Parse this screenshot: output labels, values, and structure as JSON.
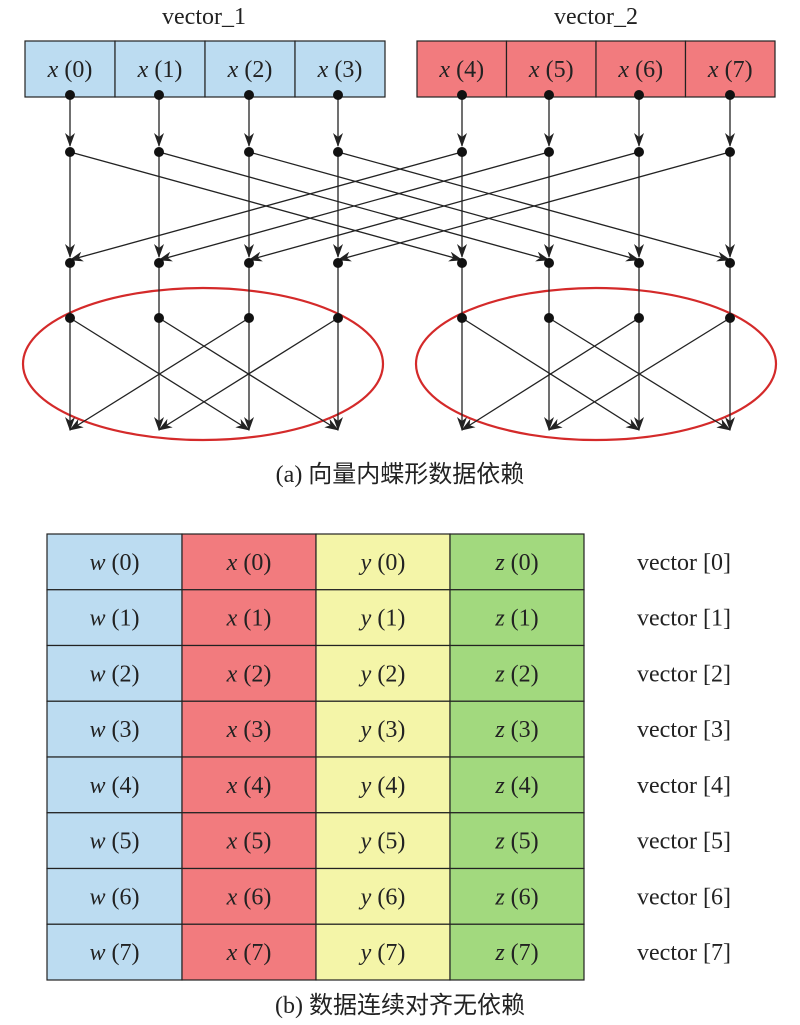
{
  "colors": {
    "blue": "#bcdcf1",
    "red": "#f27b7e",
    "yellow": "#f4f5a8",
    "green": "#a2d97e",
    "ellipse": "#d42a2a",
    "line": "#222222"
  },
  "part_a": {
    "vector1_label": "vector_1",
    "vector2_label": "vector_2",
    "vector1_cells": [
      {
        "var": "x",
        "idx": " (0)"
      },
      {
        "var": "x",
        "idx": " (1)"
      },
      {
        "var": "x",
        "idx": " (2)"
      },
      {
        "var": "x",
        "idx": " (3)"
      }
    ],
    "vector2_cells": [
      {
        "var": "x",
        "idx": " (4)"
      },
      {
        "var": "x",
        "idx": " (5)"
      },
      {
        "var": "x",
        "idx": " (6)"
      },
      {
        "var": "x",
        "idx": " (7)"
      }
    ],
    "stage1_edges": [
      [
        0,
        4
      ],
      [
        1,
        5
      ],
      [
        2,
        6
      ],
      [
        3,
        7
      ],
      [
        4,
        0
      ],
      [
        5,
        1
      ],
      [
        6,
        2
      ],
      [
        7,
        3
      ]
    ],
    "stage2_edges_group1": [
      [
        0,
        2
      ],
      [
        1,
        3
      ],
      [
        2,
        0
      ],
      [
        3,
        1
      ]
    ],
    "stage2_edges_group2": [
      [
        4,
        6
      ],
      [
        5,
        7
      ],
      [
        6,
        4
      ],
      [
        7,
        5
      ]
    ],
    "caption": "(a) 向量内蝶形数据依赖"
  },
  "part_b": {
    "rows": [
      {
        "w": "w",
        "wi": " (0)",
        "x": "x",
        "xi": " (0)",
        "y": "y",
        "yi": " (0)",
        "z": "z",
        "zi": " (0)",
        "label": "vector [0]"
      },
      {
        "w": "w",
        "wi": " (1)",
        "x": "x",
        "xi": " (1)",
        "y": "y",
        "yi": " (1)",
        "z": "z",
        "zi": " (1)",
        "label": "vector [1]"
      },
      {
        "w": "w",
        "wi": " (2)",
        "x": "x",
        "xi": " (2)",
        "y": "y",
        "yi": " (2)",
        "z": "z",
        "zi": " (2)",
        "label": "vector [2]"
      },
      {
        "w": "w",
        "wi": " (3)",
        "x": "x",
        "xi": " (3)",
        "y": "y",
        "yi": " (3)",
        "z": "z",
        "zi": " (3)",
        "label": "vector [3]"
      },
      {
        "w": "w",
        "wi": " (4)",
        "x": "x",
        "xi": " (4)",
        "y": "y",
        "yi": " (4)",
        "z": "z",
        "zi": " (4)",
        "label": "vector [4]"
      },
      {
        "w": "w",
        "wi": " (5)",
        "x": "x",
        "xi": " (5)",
        "y": "y",
        "yi": " (5)",
        "z": "z",
        "zi": " (5)",
        "label": "vector [5]"
      },
      {
        "w": "w",
        "wi": " (6)",
        "x": "x",
        "xi": " (6)",
        "y": "y",
        "yi": " (6)",
        "z": "z",
        "zi": " (6)",
        "label": "vector [6]"
      },
      {
        "w": "w",
        "wi": " (7)",
        "x": "x",
        "xi": " (7)",
        "y": "y",
        "yi": " (7)",
        "z": "z",
        "zi": " (7)",
        "label": "vector [7]"
      }
    ],
    "caption": "(b) 数据连续对齐无依赖"
  }
}
